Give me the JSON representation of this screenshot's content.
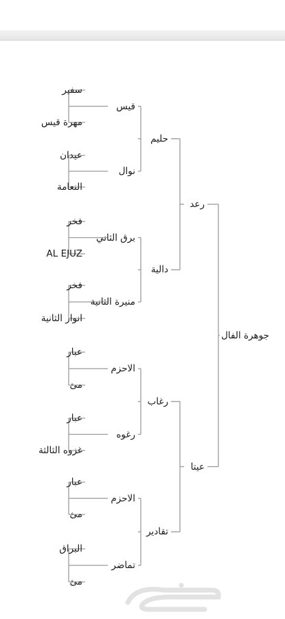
{
  "tree": {
    "name": "جوهرة الفال",
    "children": [
      {
        "name": "رعد",
        "children": [
          {
            "name": "حليم",
            "children": [
              {
                "name": "قيس",
                "children": [
                  {
                    "name": "سفير"
                  },
                  {
                    "name": "مهرة قيس"
                  }
                ]
              },
              {
                "name": "نوال",
                "children": [
                  {
                    "name": "عيدان"
                  },
                  {
                    "name": "النعامة"
                  }
                ]
              }
            ]
          },
          {
            "name": "دالية",
            "children": [
              {
                "name": "برق الثاني",
                "children": [
                  {
                    "name": "فخر"
                  },
                  {
                    "name": "AL EJUZ"
                  }
                ]
              },
              {
                "name": "منيرة الثانية",
                "children": [
                  {
                    "name": "فخر"
                  },
                  {
                    "name": "انوار الثانية"
                  }
                ]
              }
            ]
          }
        ]
      },
      {
        "name": "عيتا",
        "children": [
          {
            "name": "رغاب",
            "children": [
              {
                "name": "الاحزم",
                "children": [
                  {
                    "name": "عبار"
                  },
                  {
                    "name": "مئ"
                  }
                ]
              },
              {
                "name": "رغوه",
                "children": [
                  {
                    "name": "عبار"
                  },
                  {
                    "name": "غزوه الثالثة"
                  }
                ]
              }
            ]
          },
          {
            "name": "تقادير",
            "children": [
              {
                "name": "الاحزم",
                "children": [
                  {
                    "name": "عبار"
                  },
                  {
                    "name": "مئ"
                  }
                ]
              },
              {
                "name": "تماضر",
                "children": [
                  {
                    "name": "البراق"
                  },
                  {
                    "name": "مئ"
                  }
                ]
              }
            ]
          }
        ]
      }
    ]
  },
  "colors": {
    "line": "#9a9a9a",
    "text": "#1a1a1a",
    "watermark": "#e2e2e2"
  }
}
